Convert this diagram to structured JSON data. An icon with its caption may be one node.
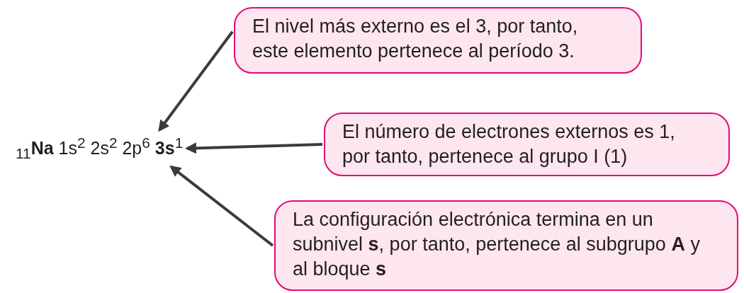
{
  "diagram": {
    "nodes": [
      {
        "text": [
          "$_{11}$**Na** 1s$^{2}$ 2s$^{2}$ 2p$^{6}$ **3s**$^{1}$"
        ]
      },
      {
        "text": [
          "El nivel más externo es el 3, por tanto, este elemento pertenece al período 3."
        ]
      },
      {
        "text": [
          "El número de electrones externos es 1, por tanto, pertenece al grupo I (1)"
        ]
      },
      {
        "text": [
          "La configuración electrónica termina en un subnivel **s**, por tanto, pertenece al subgrupo **A** y al bloque **s**"
        ]
      }
    ],
    "edges": [
      {
        "from": 1,
        "to": 0,
        "arrow": "to"
      },
      {
        "from": 2,
        "to": 0,
        "arrow": "to"
      },
      {
        "from": 3,
        "to": 0,
        "arrow": "to"
      }
    ]
  }
}
